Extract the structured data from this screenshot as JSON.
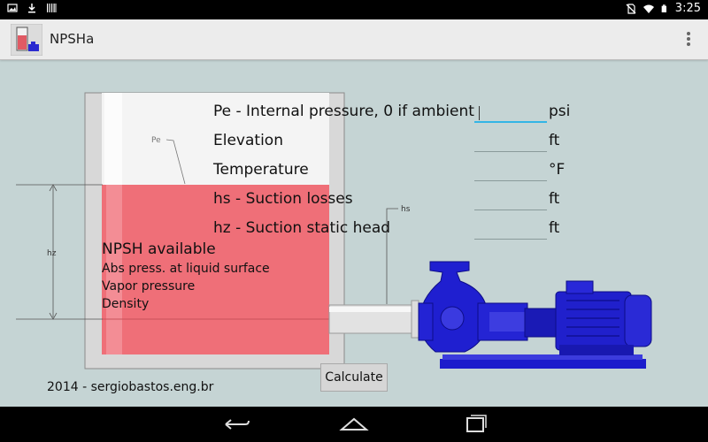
{
  "status_bar": {
    "time": "3:25",
    "icons": [
      "image-icon",
      "download-icon",
      "barcode-icon",
      "no-sim-icon",
      "wifi-icon",
      "battery-icon"
    ]
  },
  "action_bar": {
    "title": "NPSHa",
    "app_icon": "tank-pump-icon",
    "overflow_icon": "overflow-menu-icon"
  },
  "diagram": {
    "pe_label": "Pe",
    "hs_label": "hs",
    "hz_label": "hz",
    "liquid_color": "#ef6f78",
    "tank_color": "#e3e3e3",
    "pump_color": "#1c1ccc"
  },
  "form": {
    "fields": [
      {
        "label": "Pe - Internal pressure, 0 if ambient",
        "value": "",
        "unit": "psi"
      },
      {
        "label": "Elevation",
        "value": "",
        "unit": "ft"
      },
      {
        "label": "Temperature",
        "value": "",
        "unit": "°F"
      },
      {
        "label": "hs - Suction losses",
        "value": "",
        "unit": "ft"
      },
      {
        "label": "hz - Suction static head",
        "value": "",
        "unit": "ft"
      }
    ]
  },
  "results": {
    "title": "NPSH available",
    "lines": [
      "Abs press. at liquid surface",
      "Vapor pressure",
      "Density"
    ]
  },
  "calculate_label": "Calculate",
  "credit": "2014 - sergiobastos.eng.br",
  "nav_bar": {
    "icons": [
      "back-icon",
      "home-icon",
      "recent-apps-icon"
    ]
  }
}
